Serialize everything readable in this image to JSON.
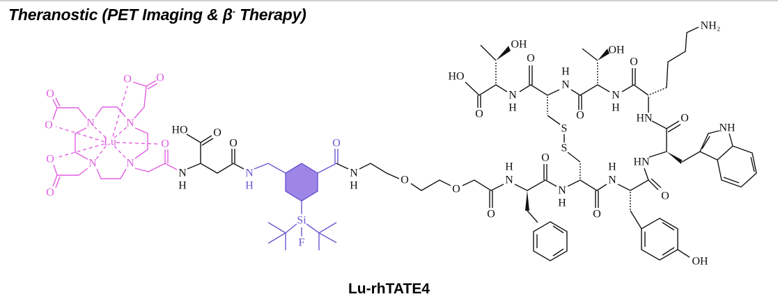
{
  "title": {
    "text": "Theranostic (PET Imaging & β",
    "superscript": "-",
    "text_end": " Therapy)"
  },
  "caption": "Lu-rhTATE4",
  "atoms": {
    "N": "N",
    "O": "O",
    "H": "H",
    "HO": "HO",
    "OH": "OH",
    "NH": "NH",
    "HN": "HN",
    "Lu": "Lu",
    "Si": "Si",
    "F": "F",
    "S": "S",
    "NH2": "NH₂"
  },
  "colors": {
    "chelator": "#e05ee0",
    "silicon_fluoride_acceptor": "#6b55d0",
    "aromatic_fill": "#9d86e6",
    "peptide": "#111111"
  }
}
